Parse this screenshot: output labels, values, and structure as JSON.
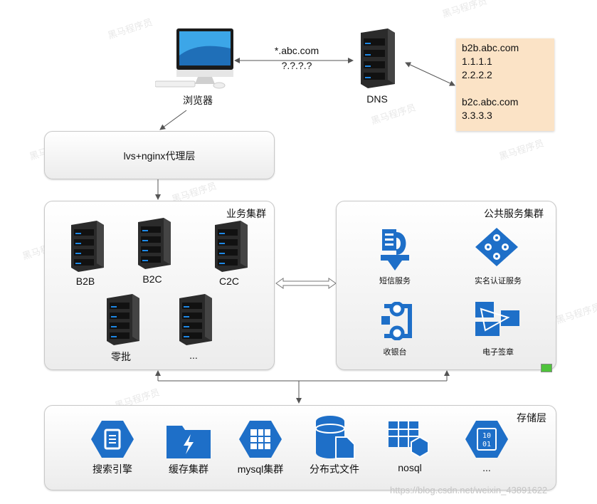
{
  "browser": {
    "label": "浏览器"
  },
  "request": {
    "domain": "*.abc.com",
    "ip": "?.?.?.?"
  },
  "dns": {
    "label": "DNS",
    "records": [
      "b2b.abc.com",
      "1.1.1.1",
      "2.2.2.2",
      "",
      "b2c.abc.com",
      "3.3.3.3"
    ]
  },
  "proxy": {
    "label": "lvs+nginx代理层"
  },
  "business": {
    "title": "业务集群",
    "servers": [
      "B2B",
      "B2C",
      "C2C",
      "零批",
      "..."
    ]
  },
  "public": {
    "title": "公共服务集群",
    "services": [
      "短信服务",
      "实名认证服务",
      "收银台",
      "电子签章"
    ]
  },
  "storage": {
    "title": "存储层",
    "items": [
      "搜索引擎",
      "缓存集群",
      "mysql集群",
      "分布式文件",
      "nosql",
      "..."
    ]
  },
  "watermark": "https://blog.csdn.net/weixin_43891622",
  "colors": {
    "accent": "#1e6fc8",
    "server": "#2b2b2b",
    "note": "#fbe3c6"
  },
  "icons": [
    "desktop-computer-icon",
    "server-icon",
    "sms-icon",
    "verification-icon",
    "cashier-icon",
    "e-signature-icon",
    "search-engine-icon",
    "cache-folder-icon",
    "mysql-grid-icon",
    "distributed-file-icon",
    "nosql-icon",
    "binary-data-icon"
  ]
}
